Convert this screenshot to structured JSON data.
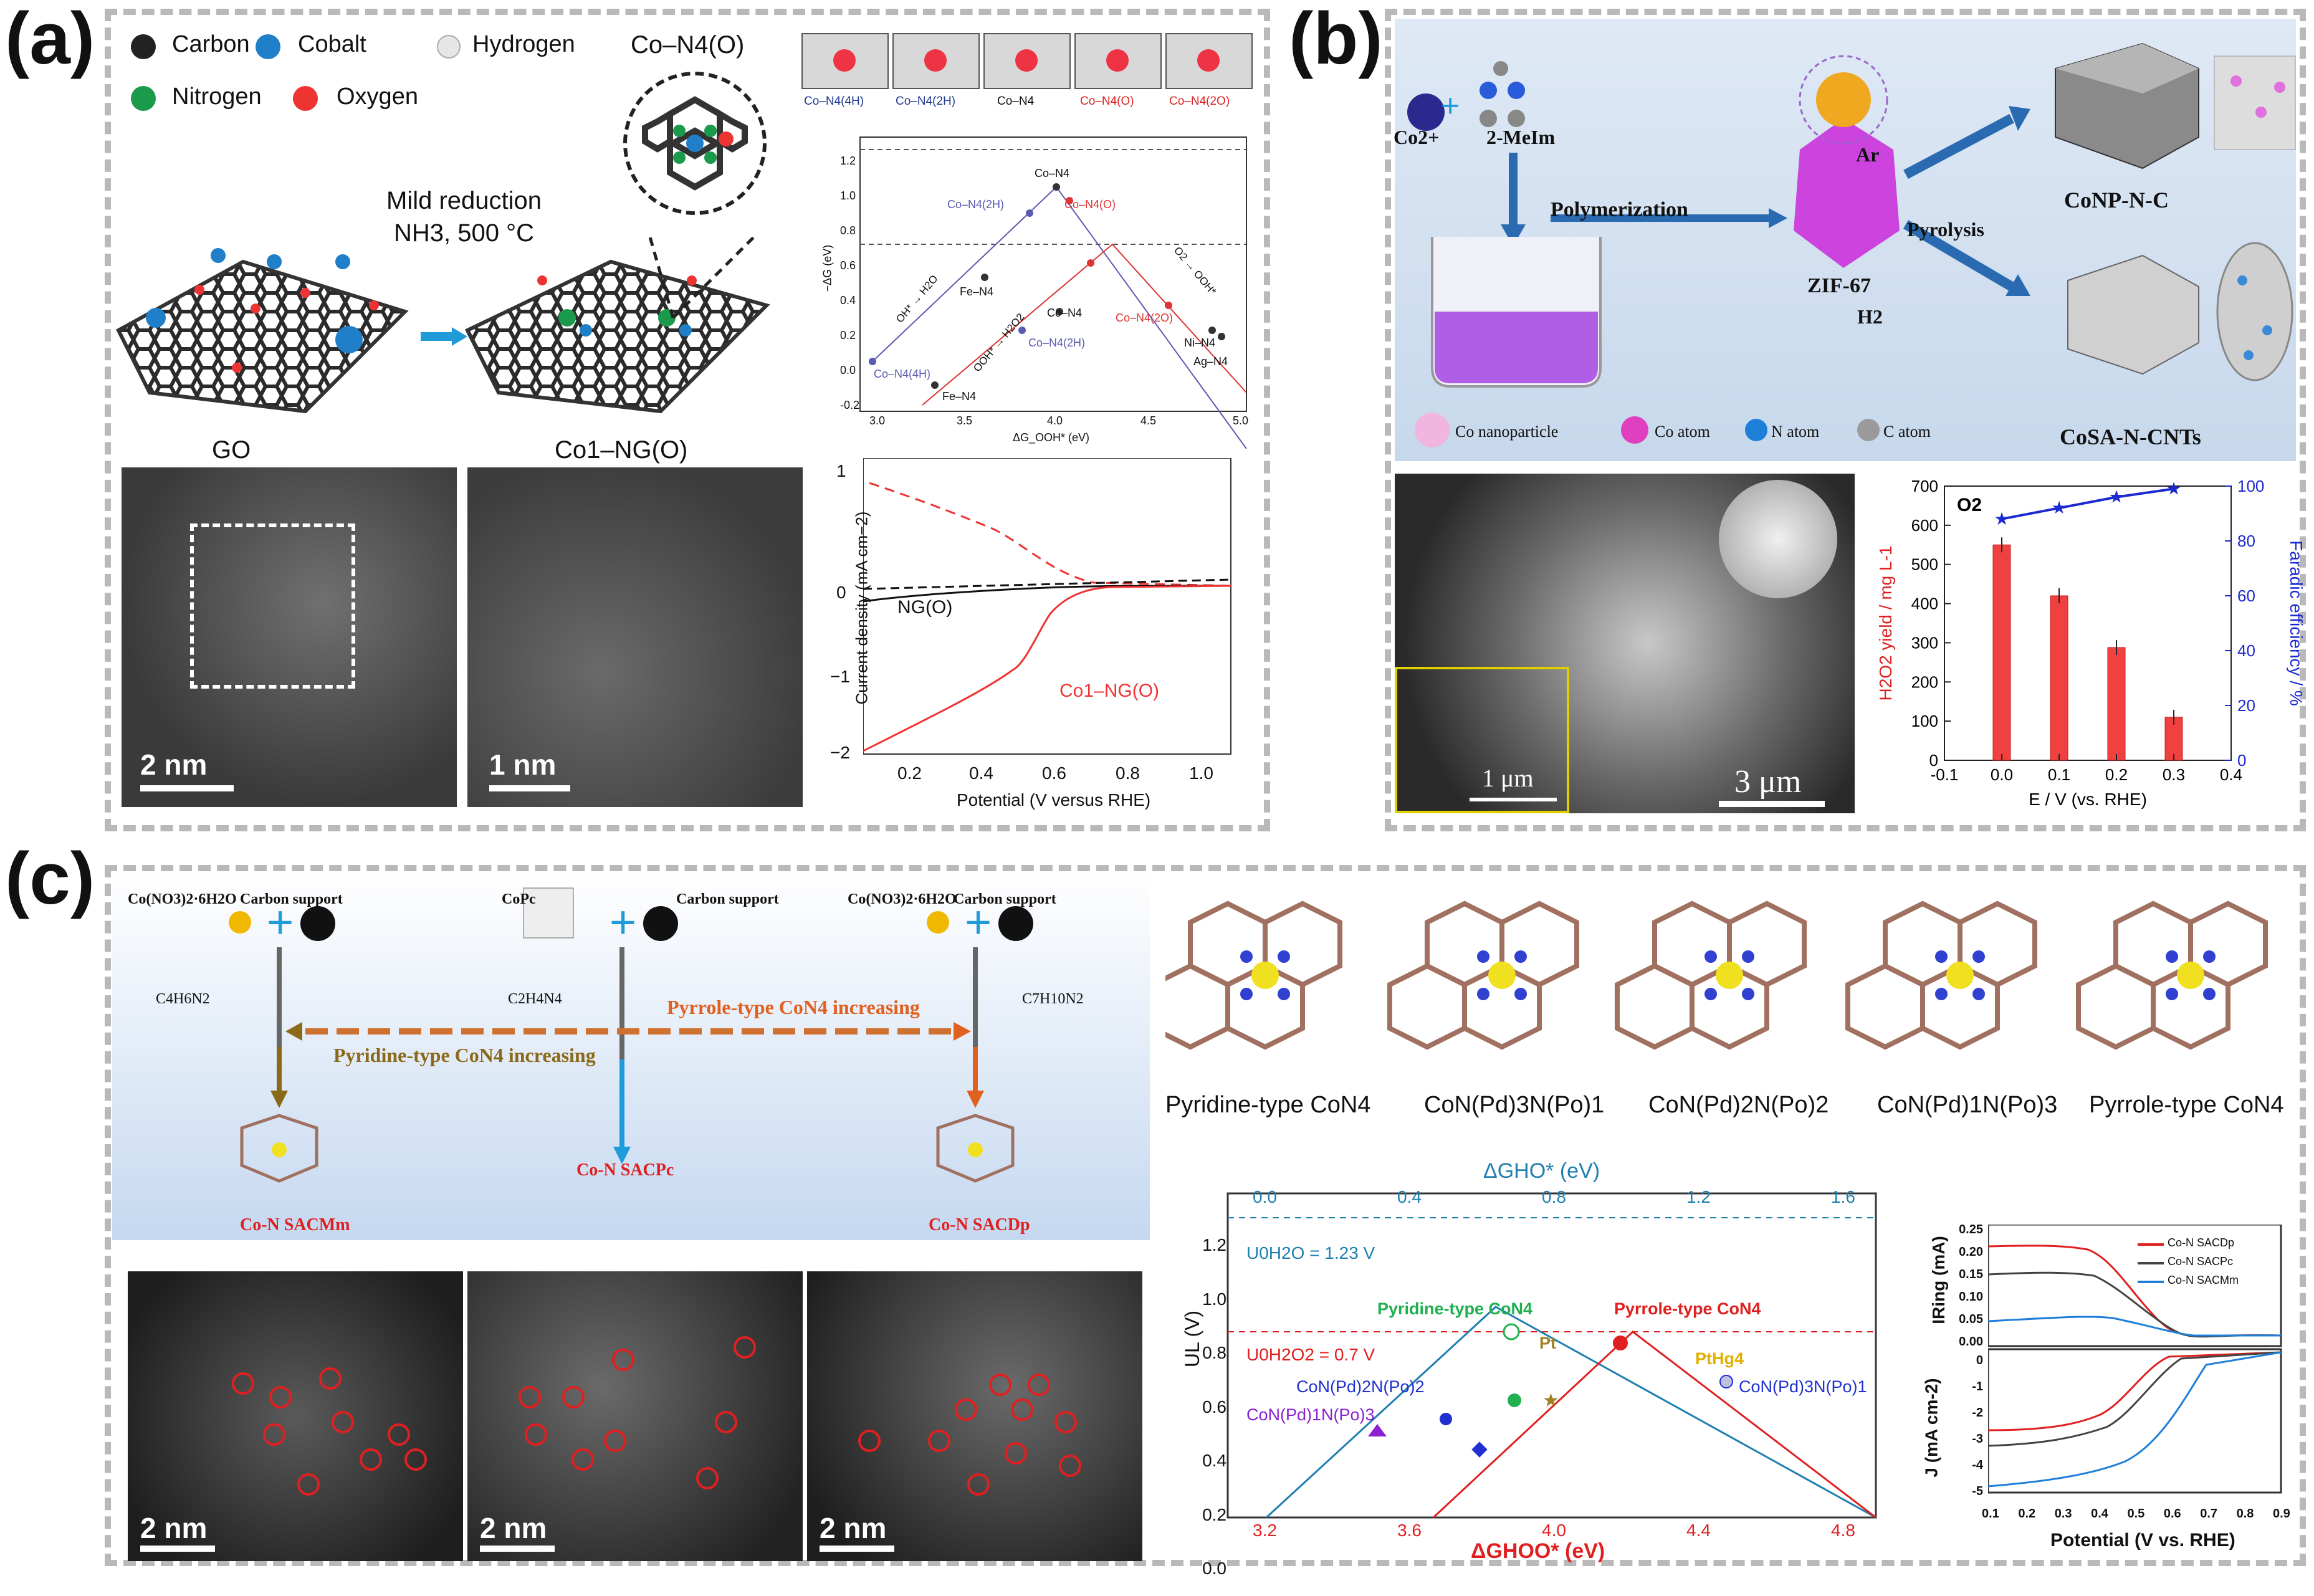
{
  "panels": {
    "a": "(a)",
    "b": "(b)",
    "c": "(c)"
  },
  "a": {
    "legend": [
      "Carbon",
      "Cobalt",
      "Hydrogen",
      "Nitrogen",
      "Oxygen"
    ],
    "model_title": "Co–N4(O)",
    "reaction": [
      "Mild reduction",
      "NH3, 500 °C"
    ],
    "img_labels": [
      "GO",
      "Co1–NG(O)"
    ],
    "scale_bars": [
      "2 nm",
      "1 nm"
    ],
    "structs": [
      "Co–N4(4H)",
      "Co–N4(2H)",
      "Co–N4",
      "Co–N4(O)",
      "Co–N4(2O)"
    ],
    "volcano": {
      "xlabel": "ΔG_OOH* (eV)",
      "ylabel": "−ΔG (eV)",
      "xticks": [
        "3.0",
        "3.5",
        "4.0",
        "4.5",
        "5.0"
      ],
      "yticks": [
        "1.2",
        "1.0",
        "0.8",
        "0.6",
        "0.4",
        "0.2",
        "0.0",
        "-0.2"
      ],
      "pts": [
        "Co–N4",
        "Co–N4(2H)",
        "Co–N4(O)",
        "Fe–N4",
        "Co–N4",
        "Co–N4(4H)",
        "Co–N4(2H)",
        "Co–N4(2O)",
        "Ni–N4",
        "Ag–N4",
        "Fe–N4"
      ],
      "lines": [
        "OH* → H2O",
        "OOH* → H2O2",
        "O2 → OOH*"
      ]
    },
    "lsv": {
      "ylabel": "Current density (mA cm−2)",
      "xlabel": "Potential (V versus RHE)",
      "xticks": [
        "0.2",
        "0.4",
        "0.6",
        "0.8",
        "1.0"
      ],
      "yticks": [
        "1",
        "0",
        "−1",
        "−2"
      ],
      "labels": [
        "NG(O)",
        "Co1–NG(O)"
      ]
    }
  },
  "b": {
    "co2": "Co2+",
    "plus": "+",
    "meim": "2-MeIm",
    "poly": "Polymerization",
    "zif": "ZIF-67",
    "ar": "Ar",
    "pyro": "Pyrolysis",
    "h2": "H2",
    "prod1": "CoNP-N-C",
    "prod2": "CoSA-N-CNTs",
    "legend": [
      "Co nanoparticle",
      "Co atom",
      "N atom",
      "C atom"
    ],
    "sem_scales": [
      "1 μm",
      "3 μm"
    ]
  },
  "chart_data": {
    "type": "bar",
    "title": "O2",
    "categories": [
      "0.0",
      "0.1",
      "0.2",
      "0.3"
    ],
    "series": [
      {
        "name": "H2O2 yield",
        "values": [
          550,
          420,
          288,
          110
        ],
        "axis": "left"
      },
      {
        "name": "Faradic efficiency",
        "values": [
          88,
          92,
          96,
          99
        ],
        "axis": "right",
        "kind": "line"
      }
    ],
    "xlabel": "E / V (vs. RHE)",
    "ylabel": "H2O2 yield / mg L-1",
    "y2label": "Faradic efficiency / %",
    "xlim": [
      -0.1,
      0.4
    ],
    "ylim": [
      0,
      700
    ],
    "y2lim": [
      0,
      100
    ],
    "xticks": [
      "-0.1",
      "0.0",
      "0.1",
      "0.2",
      "0.3",
      "0.4"
    ],
    "yticks": [
      "0",
      "100",
      "200",
      "300",
      "400",
      "500",
      "600",
      "700"
    ],
    "y2ticks": [
      "0",
      "20",
      "40",
      "60",
      "80",
      "100"
    ]
  },
  "c": {
    "precursors": [
      "Co(NO3)2·6H2O",
      "Carbon support",
      "CoPc",
      "Carbon support",
      "Co(NO3)2·6H2O",
      "Carbon support"
    ],
    "ligands": [
      "C4H6N2",
      "C2H4N4",
      "C7H10N2"
    ],
    "arrows": [
      "Pyrrole-type CoN4 increasing",
      "Pyridine-type CoN4 increasing"
    ],
    "sacs": [
      "Co-N SACMm",
      "Co-N SACPc",
      "Co-N SACDp"
    ],
    "structs": [
      "Pyridine-type CoN4",
      "CoN(Pd)3N(Po)1",
      "CoN(Pd)2N(Po)2",
      "CoN(Pd)1N(Po)3",
      "Pyrrole-type CoN4"
    ],
    "scale": "2 nm",
    "volcano": {
      "top_xlabel": "ΔGHO* (eV)",
      "xlabel": "ΔGHOO* (eV)",
      "ylabel": "UL (V)",
      "top_ticks": [
        "0.0",
        "0.4",
        "0.8",
        "1.2",
        "1.6"
      ],
      "xticks": [
        "3.2",
        "3.6",
        "4.0",
        "4.4",
        "4.8"
      ],
      "yticks": [
        "0.0",
        "0.2",
        "0.4",
        "0.6",
        "0.8",
        "1.0",
        "1.2"
      ],
      "u1": "U0H2O = 1.23 V",
      "u2": "U0H2O2 = 0.7 V",
      "labels": [
        "Pyridine-type CoN4",
        "Pt",
        "Pyrrole-type CoN4",
        "PtHg4",
        "CoN(Pd)2N(Po)2",
        "CoN(Pd)1N(Po)3",
        "CoN(Pd)3N(Po)1"
      ]
    },
    "rrde": {
      "ylabel_top": "IRing (mA)",
      "ylabel_bot": "J (mA cm-2)",
      "xlabel": "Potential (V vs. RHE)",
      "legend": [
        "Co-N SACDp",
        "Co-N SACPc",
        "Co-N SACMm"
      ],
      "xticks": [
        "0.1",
        "0.2",
        "0.3",
        "0.4",
        "0.5",
        "0.6",
        "0.7",
        "0.8",
        "0.9"
      ],
      "yticks_top": [
        "0.25",
        "0.20",
        "0.15",
        "0.10",
        "0.05",
        "0.00"
      ],
      "yticks_bot": [
        "0",
        "-1",
        "-2",
        "-3",
        "-4",
        "-5"
      ]
    }
  }
}
